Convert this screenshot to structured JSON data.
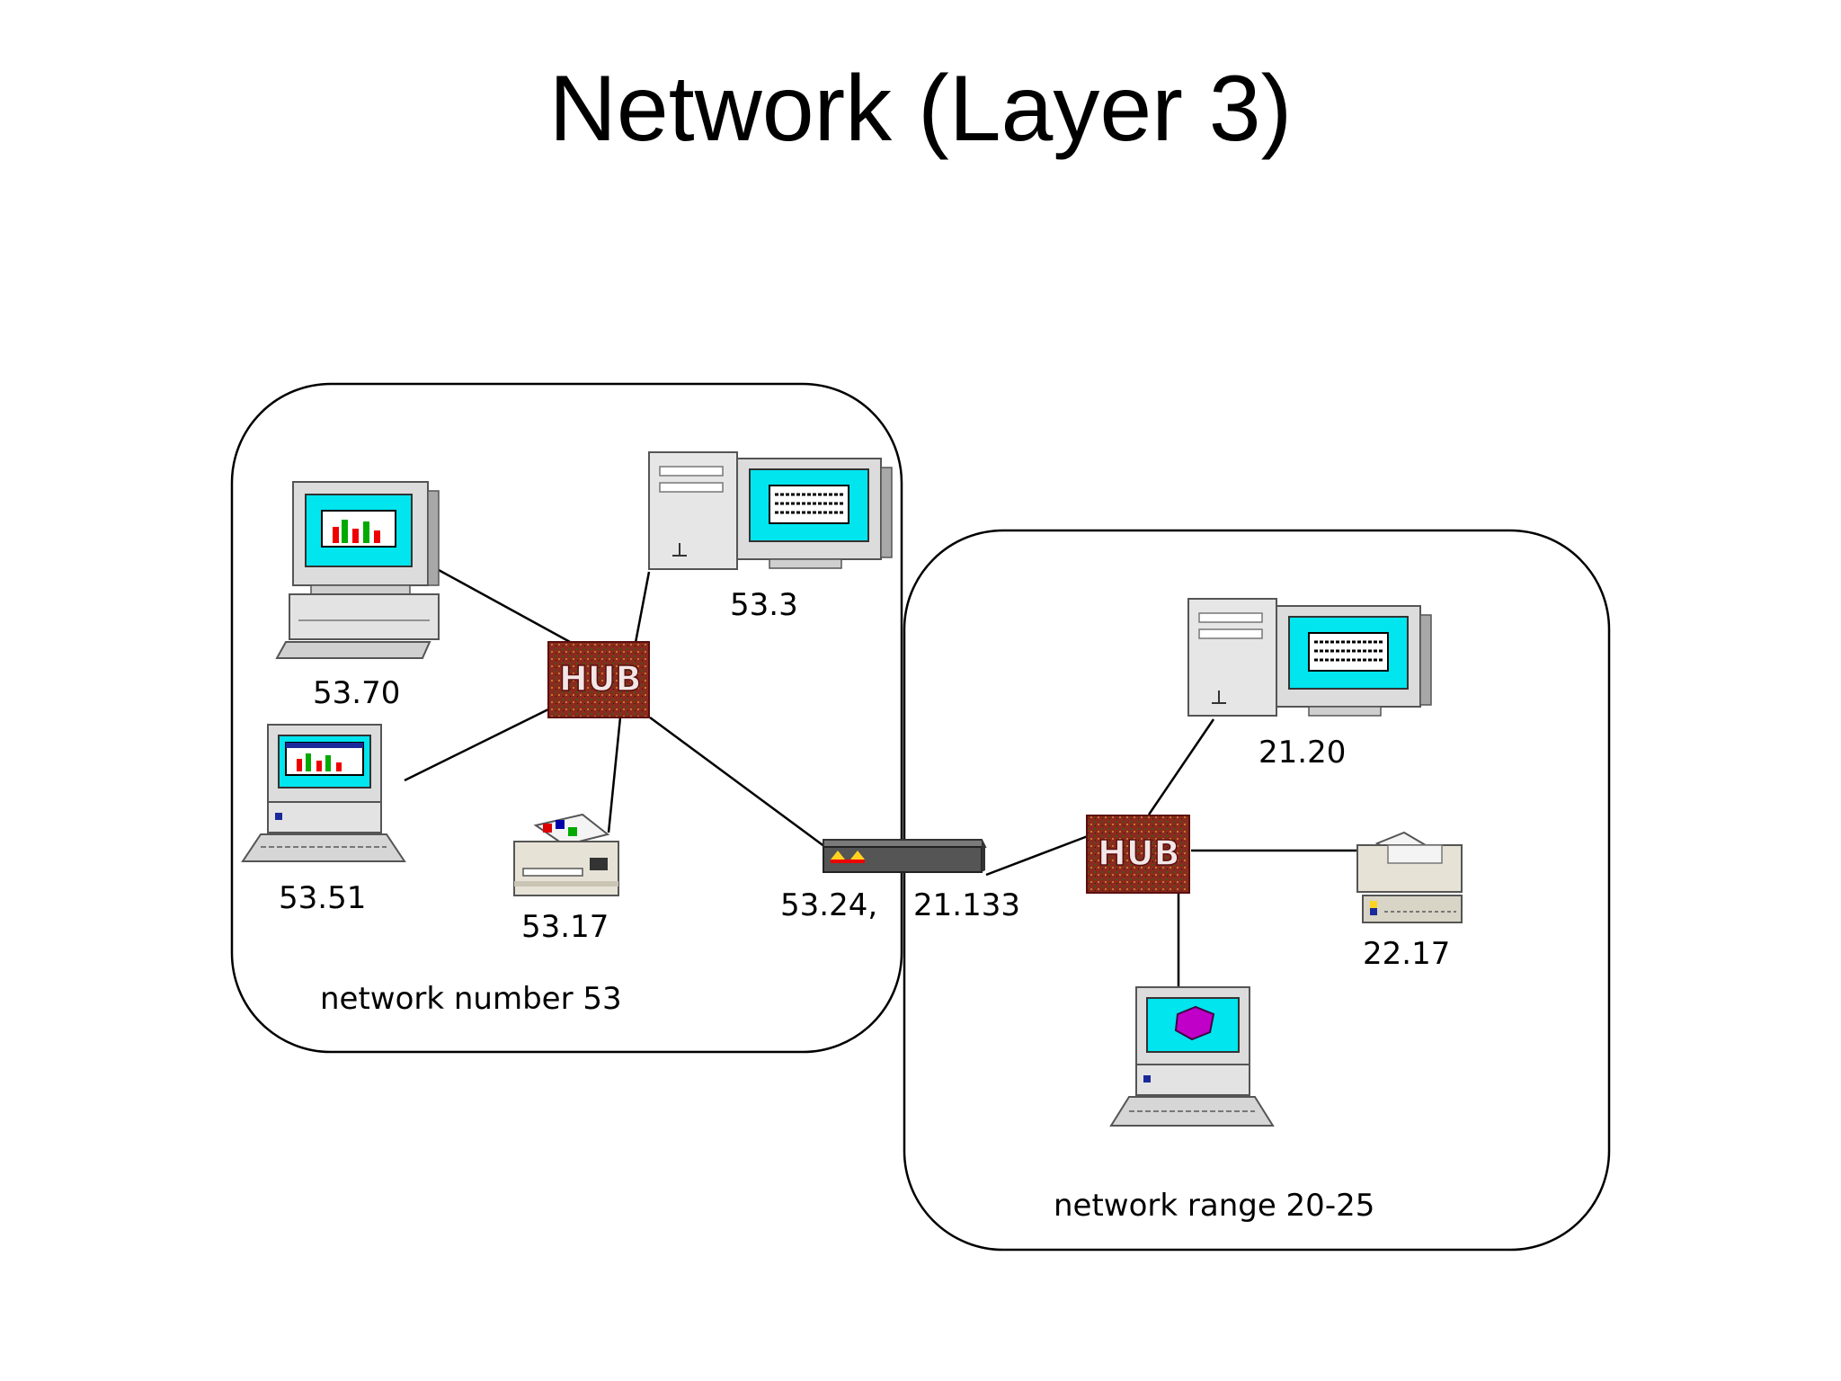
{
  "title": "Network (Layer 3)",
  "networks": {
    "left": {
      "caption": "network number 53"
    },
    "right": {
      "caption": "network range 20-25"
    }
  },
  "hubs": {
    "left": "HUB",
    "right": "HUB"
  },
  "nodes": {
    "pc_53_70": "53.70",
    "pc_53_3": "53.3",
    "pc_53_51": "53.51",
    "printer_53_17": "53.17",
    "router_left": "53.24,",
    "router_right": "21.133",
    "pc_21_20": "21.20",
    "printer_22_17": "22.17"
  },
  "colors": {
    "hub": "#8b2a1e",
    "screen": "#00e5ee",
    "router": "#555555"
  }
}
